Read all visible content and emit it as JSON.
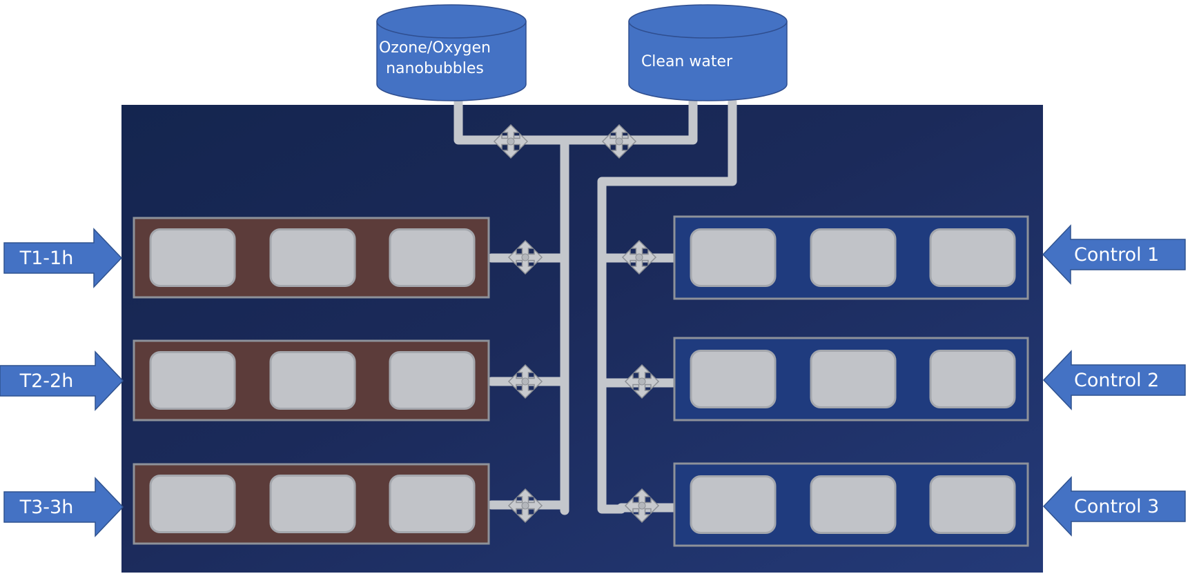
{
  "diagram": {
    "colors": {
      "background": "#1b2a5a",
      "treatment_tray": "#5c3c3a",
      "control_tray": "#1f3b7e",
      "pipe": "#c4c7cc",
      "well": "#c1c3c8",
      "arrow": "#4472c4",
      "tank": "#4472c4"
    },
    "tanks": [
      {
        "id": "ozone",
        "line1": "Ozone/Oxygen",
        "line2": "nanobubbles"
      },
      {
        "id": "water",
        "line1": "Clean water",
        "line2": ""
      }
    ],
    "treatments": [
      {
        "label": "T1-1h",
        "wells": 3
      },
      {
        "label": "T2-2h",
        "wells": 3
      },
      {
        "label": "T3-3h",
        "wells": 3
      }
    ],
    "controls": [
      {
        "label": "Control 1",
        "wells": 3
      },
      {
        "label": "Control 2",
        "wells": 3
      },
      {
        "label": "Control 3",
        "wells": 3
      }
    ],
    "valve_icon": "four-way-valve-icon"
  }
}
